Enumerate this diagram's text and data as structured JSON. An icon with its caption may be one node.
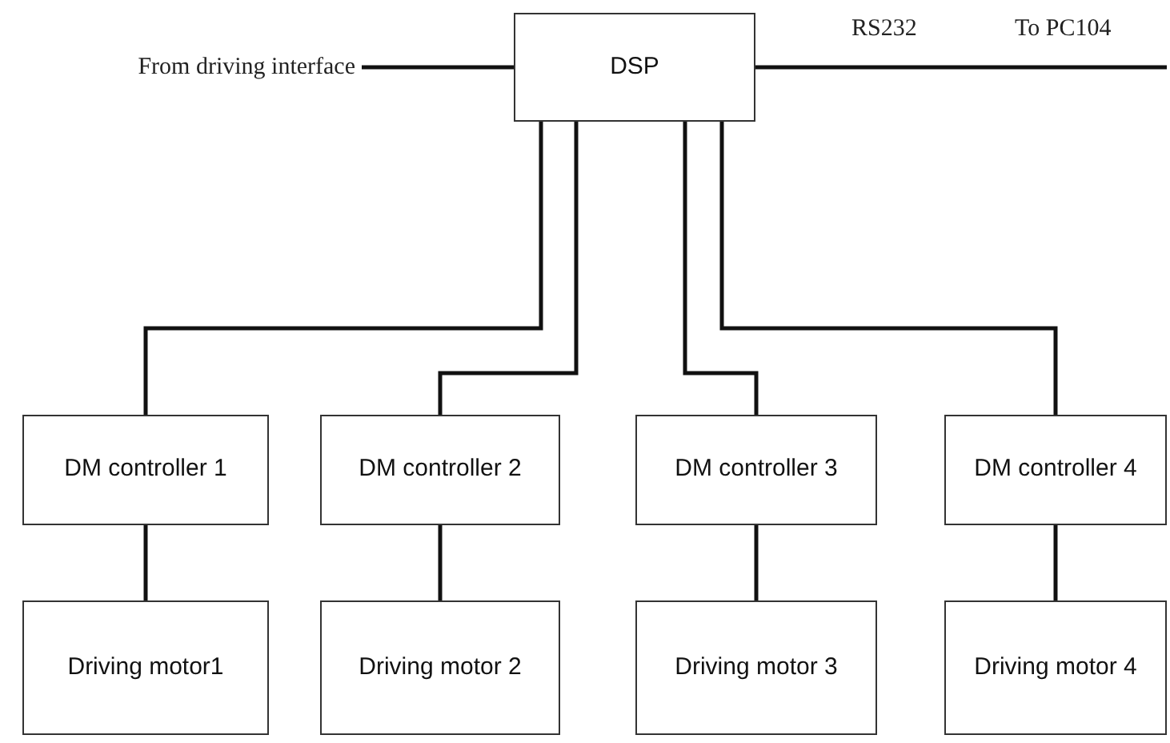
{
  "diagram": {
    "nodes": [
      {
        "text": [
          "From driving interface"
        ]
      },
      {
        "text": [
          "DSP"
        ]
      },
      {
        "text": [
          "DM controller 1"
        ]
      },
      {
        "text": [
          "DM controller 2"
        ]
      },
      {
        "text": [
          "DM controller 3"
        ]
      },
      {
        "text": [
          "DM controller 4"
        ]
      },
      {
        "text": [
          "Driving motor1"
        ]
      },
      {
        "text": [
          "Driving motor 2"
        ]
      },
      {
        "text": [
          "Driving motor 3"
        ]
      },
      {
        "text": [
          "Driving motor 4"
        ]
      }
    ],
    "edges": [
      {
        "from": 0,
        "to": 1,
        "arrow": "none"
      },
      {
        "from": 1,
        "to": null,
        "arrow": "none",
        "label": "RS232"
      },
      {
        "from": 1,
        "to": 2,
        "arrow": "none"
      },
      {
        "from": 1,
        "to": 3,
        "arrow": "none"
      },
      {
        "from": 1,
        "to": 4,
        "arrow": "none"
      },
      {
        "from": 1,
        "to": 5,
        "arrow": "none"
      },
      {
        "from": 2,
        "to": 6,
        "arrow": "none"
      },
      {
        "from": 3,
        "to": 7,
        "arrow": "none"
      },
      {
        "from": 4,
        "to": 8,
        "arrow": "none"
      },
      {
        "from": 5,
        "to": 9,
        "arrow": "none"
      }
    ],
    "labels": [
      "To PC104"
    ]
  }
}
